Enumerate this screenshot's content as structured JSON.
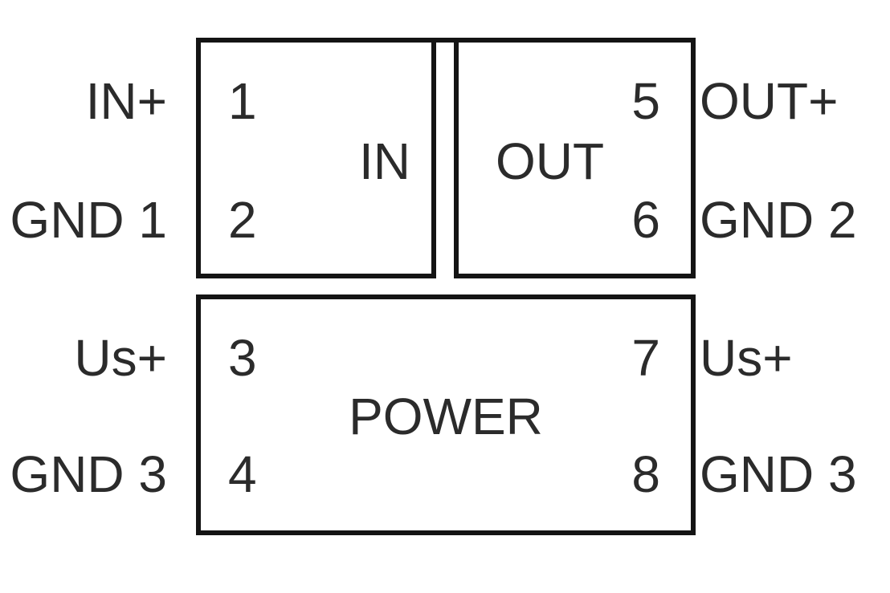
{
  "colors": {
    "background": "#ffffff",
    "line": "#141414",
    "text": "#2b2b2b"
  },
  "blocks": {
    "in": {
      "label": "IN",
      "pin_top": "1",
      "pin_bottom": "2"
    },
    "out": {
      "label": "OUT",
      "pin_top": "5",
      "pin_bottom": "6"
    },
    "power": {
      "label": "POWER",
      "pin_top_left": "3",
      "pin_bottom_left": "4",
      "pin_top_right": "7",
      "pin_bottom_right": "8"
    }
  },
  "external_labels": {
    "left": [
      "IN+",
      "GND 1",
      "Us+",
      "GND 3"
    ],
    "right": [
      "OUT+",
      "GND 2",
      "Us+",
      "GND 3"
    ]
  }
}
